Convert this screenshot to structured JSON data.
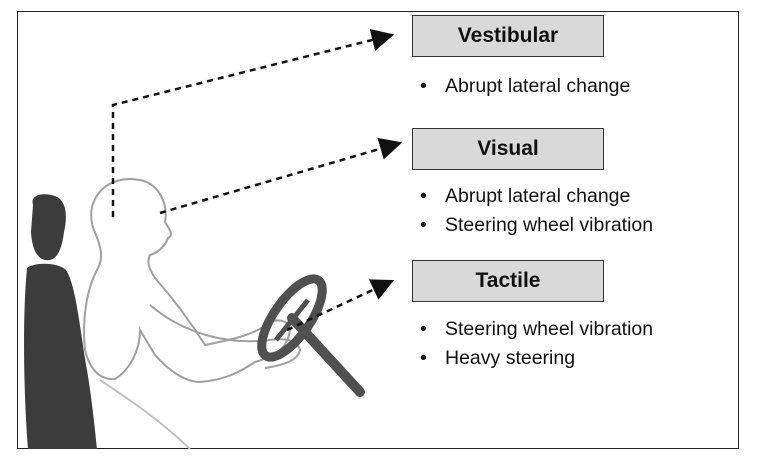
{
  "channels": [
    {
      "title": "Vestibular",
      "items": [
        "Abrupt lateral change"
      ]
    },
    {
      "title": "Visual",
      "items": [
        "Abrupt lateral change",
        "Steering wheel vibration"
      ]
    },
    {
      "title": "Tactile",
      "items": [
        "Steering wheel vibration",
        "Heavy steering"
      ]
    }
  ],
  "bullet": "•",
  "colors": {
    "box_fill": "#d9d9d9",
    "seat": "#3c3c3c",
    "wheel": "#505050",
    "outline": "#999999"
  }
}
